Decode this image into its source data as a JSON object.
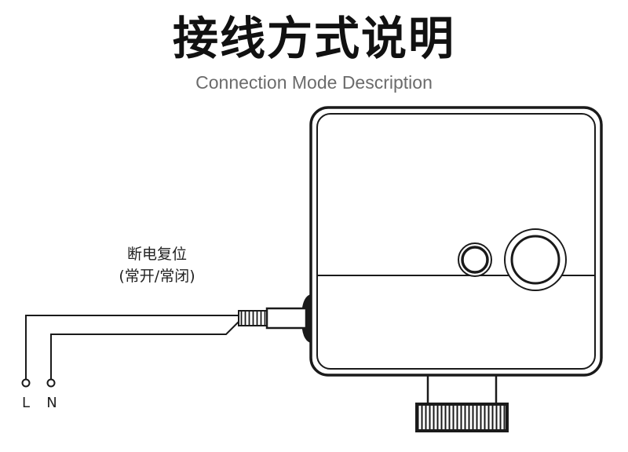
{
  "title": "接线方式说明",
  "subtitle": "Connection Mode Description",
  "wire_label": {
    "line1": "断电复位",
    "line2": "(常开/常闭)"
  },
  "terminals": {
    "live": "L",
    "neutral": "N"
  },
  "colors": {
    "stroke": "#1a1a1a",
    "title": "#111111",
    "subtitle": "#6b6b6b"
  }
}
